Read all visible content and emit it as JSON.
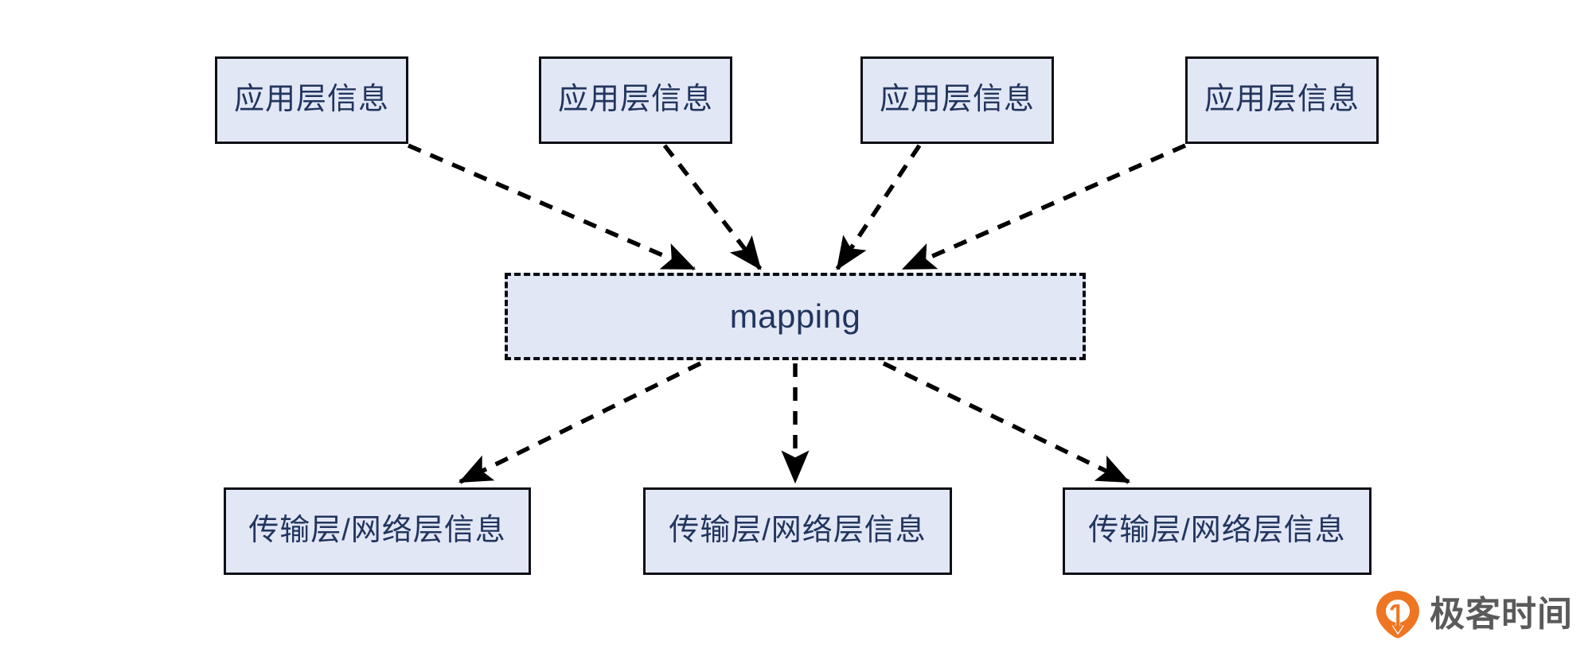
{
  "diagram": {
    "title": "application layer to transport/network layer mapping",
    "colors": {
      "node_fill": "#e2e7f6",
      "node_border": "#0d0f14",
      "node_text": "#22355e",
      "edge": "#000000",
      "background": "#ffffff",
      "watermark_orange": "#ee7623",
      "watermark_text": "#5a5a5a"
    },
    "top_nodes": [
      {
        "label": "应用层信息"
      },
      {
        "label": "应用层信息"
      },
      {
        "label": "应用层信息"
      },
      {
        "label": "应用层信息"
      }
    ],
    "mapping_node": {
      "label": "mapping",
      "border_style": "dashed"
    },
    "bottom_nodes": [
      {
        "label": "传输层/网络层信息"
      },
      {
        "label": "传输层/网络层信息"
      },
      {
        "label": "传输层/网络层信息"
      }
    ],
    "edges": [
      {
        "from": "应用层信息 1",
        "to": "mapping",
        "style": "dashed",
        "arrow": "end"
      },
      {
        "from": "应用层信息 2",
        "to": "mapping",
        "style": "dashed",
        "arrow": "end"
      },
      {
        "from": "应用层信息 3",
        "to": "mapping",
        "style": "dashed",
        "arrow": "end"
      },
      {
        "from": "应用层信息 4",
        "to": "mapping",
        "style": "dashed",
        "arrow": "end"
      },
      {
        "from": "mapping",
        "to": "传输层/网络层信息 1",
        "style": "dashed",
        "arrow": "end"
      },
      {
        "from": "mapping",
        "to": "传输层/网络层信息 2",
        "style": "dashed",
        "arrow": "end"
      },
      {
        "from": "mapping",
        "to": "传输层/网络层信息 3",
        "style": "dashed",
        "arrow": "end"
      }
    ]
  },
  "watermark": {
    "text": "极客时间",
    "icon": "geektime-pin-icon"
  }
}
